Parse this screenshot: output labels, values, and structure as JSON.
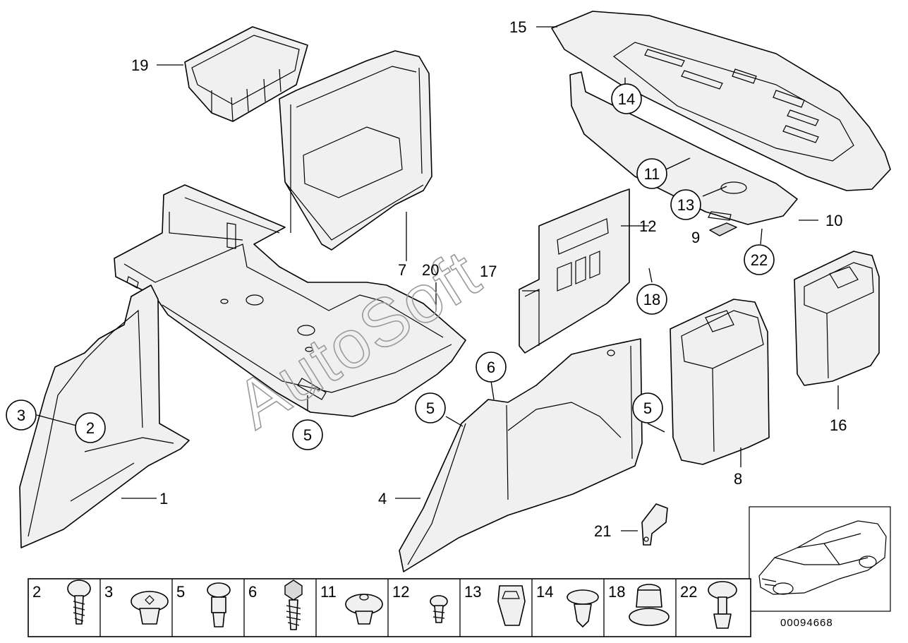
{
  "watermark": "AutoSoft",
  "reference_code": "00094668",
  "callouts": {
    "c1": "1",
    "c2": "2",
    "c3": "3",
    "c4": "4",
    "c5a": "5",
    "c5b": "5",
    "c5c": "5",
    "c6": "6",
    "c7": "7",
    "c8": "8",
    "c9": "9",
    "c10": "10",
    "c11": "11",
    "c12": "12",
    "c13": "13",
    "c14": "14",
    "c15": "15",
    "c16": "16",
    "c17": "17",
    "c18": "18",
    "c19": "19",
    "c20": "20",
    "c21": "21",
    "c22": "22"
  },
  "fastener_table": [
    "2",
    "3",
    "5",
    "6",
    "11",
    "12",
    "13",
    "14",
    "18",
    "22"
  ]
}
